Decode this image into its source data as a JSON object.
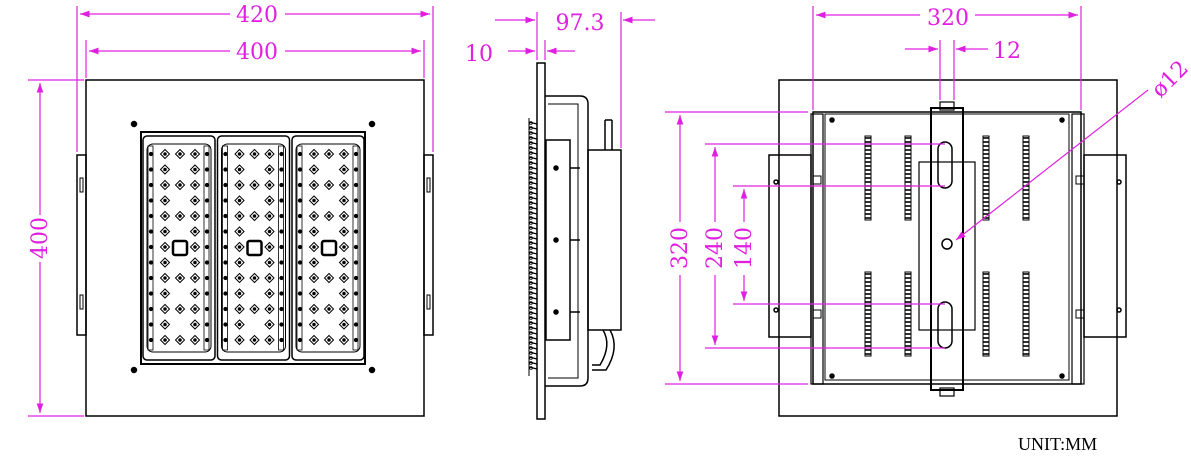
{
  "colors": {
    "line": "#000000",
    "dimension": "#e020e0"
  },
  "front_view": {
    "width_outer": "420",
    "width_panel": "400",
    "height": "400",
    "led_modules": 3
  },
  "side_view": {
    "depth": "97.3",
    "plate_thickness": "10"
  },
  "rear_view": {
    "width": "320",
    "bracket_width": "12",
    "hole_diameter": "ø12",
    "height": "320",
    "slot_spacing_outer": "240",
    "slot_spacing_inner": "140"
  },
  "unit_label": "UNIT:MM"
}
